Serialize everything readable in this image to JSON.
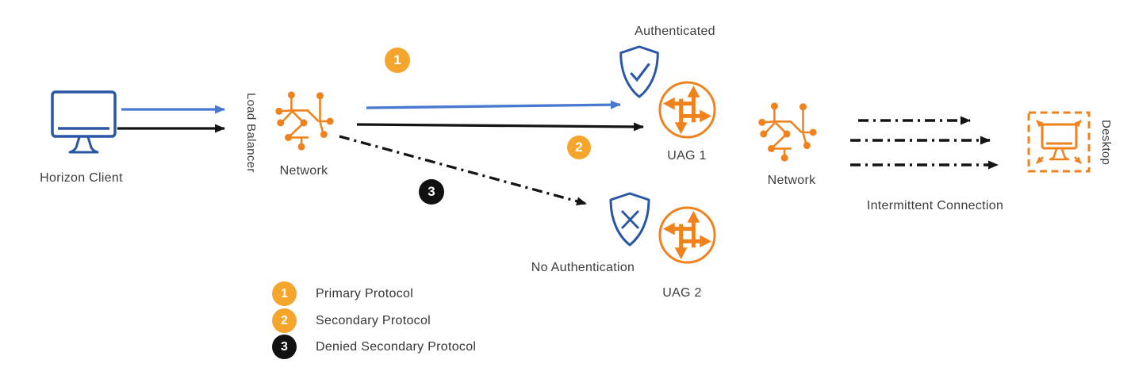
{
  "colors": {
    "blue_icon": "#2A57A5",
    "blue_arrow": "#4878D0",
    "black_arrow": "#141414",
    "orange_icon": "#F0821E",
    "orange_badge": "#F5A42C",
    "badge3_black": "#111111",
    "text": "#3d3d3f"
  },
  "nodes": {
    "horizon_client": "Horizon Client",
    "load_balancer": "Load Balancer",
    "network_left": "Network",
    "authenticated": "Authenticated",
    "uag1": "UAG 1",
    "no_authentication": "No Authentication",
    "uag2": "UAG 2",
    "network_right": "Network",
    "intermittent_connection": "Intermittent Connection",
    "desktop": "Desktop"
  },
  "markers": {
    "badge1": "1",
    "badge2": "2",
    "badge3": "3"
  },
  "legend": {
    "items": [
      {
        "num": "1",
        "label": "Primary Protocol",
        "circle_color": "#F5A42C"
      },
      {
        "num": "2",
        "label": "Secondary Protocol",
        "circle_color": "#F5A42C"
      },
      {
        "num": "3",
        "label": "Denied Secondary Protocol",
        "circle_color": "#111111"
      }
    ]
  },
  "icons": {
    "client": "monitor-icon",
    "network": "network-nodes-icon",
    "uag": "routing-circle-icon",
    "authenticated": "shield-check-icon",
    "no_authentication": "shield-x-icon",
    "desktop": "expanding-monitor-icon"
  }
}
